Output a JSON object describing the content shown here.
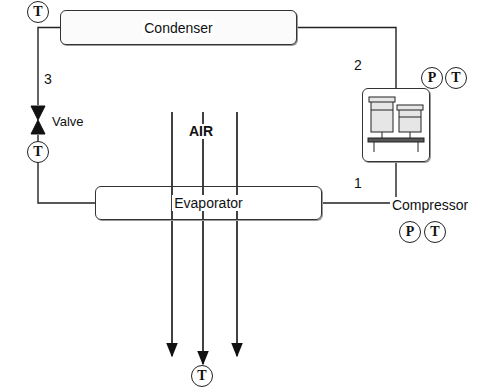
{
  "diagram": {
    "nodes": [
      {
        "text": [
          "T"
        ]
      },
      {
        "text": [
          "Condenser"
        ]
      },
      {
        "text": [
          "P"
        ]
      },
      {
        "text": [
          "T"
        ]
      },
      {
        "text": [
          "Compressor"
        ]
      },
      {
        "text": [
          "Valve"
        ]
      },
      {
        "text": [
          "T"
        ]
      },
      {
        "text": [
          "Evaporator"
        ]
      },
      {
        "text": [
          "P"
        ]
      },
      {
        "text": [
          "T"
        ]
      },
      {
        "text": [
          "T"
        ]
      }
    ],
    "edges": [
      {
        "from": 1,
        "to": 5,
        "arrow": "none"
      },
      {
        "from": 5,
        "to": 7,
        "arrow": "none"
      },
      {
        "from": 7,
        "to": 4,
        "arrow": "none"
      },
      {
        "from": 4,
        "to": 1,
        "arrow": "none"
      }
    ],
    "labels": [
      "3",
      "2",
      "1",
      "AIR"
    ]
  }
}
